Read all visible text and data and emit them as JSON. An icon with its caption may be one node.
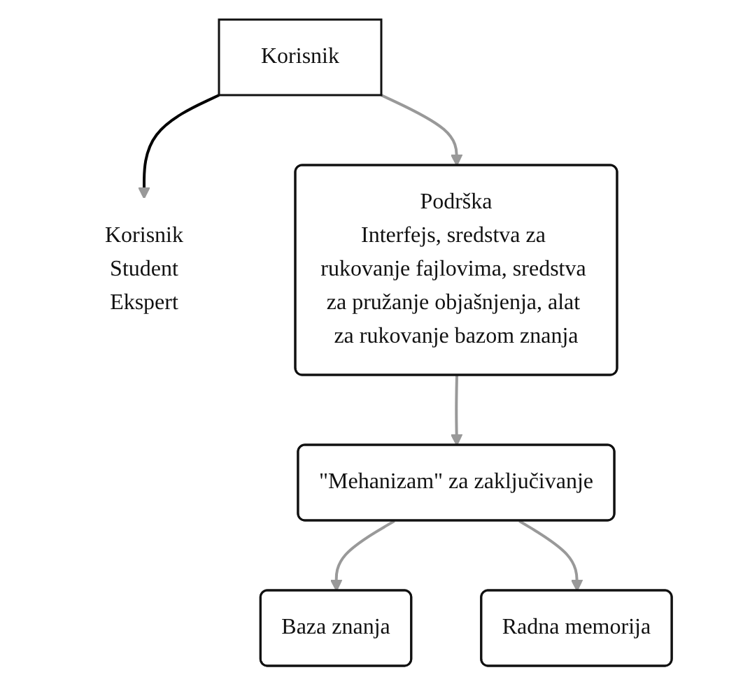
{
  "diagram": {
    "nodes": [
      {
        "text": [
          "Korisnik"
        ]
      },
      {
        "text": [
          "Korisnik",
          "Student",
          "Ekspert"
        ]
      },
      {
        "text": [
          "Podrška",
          "Interfejs, sredstva za rukovanje fajlovima, sredstva za pružanje objašnjenja, alat za rukovanje bazom znanja"
        ]
      },
      {
        "text": [
          "\"Mehanizam\" za zaključivanje"
        ]
      },
      {
        "text": [
          "Baza znanja"
        ]
      },
      {
        "text": [
          "Radna memorija"
        ]
      }
    ],
    "edges": [
      {
        "from": 0,
        "to": 1,
        "arrow": "to",
        "color": "#000000"
      },
      {
        "from": 0,
        "to": 2,
        "arrow": "to"
      },
      {
        "from": 2,
        "to": 3,
        "arrow": "to"
      },
      {
        "from": 3,
        "to": 4,
        "arrow": "to"
      },
      {
        "from": 3,
        "to": 5,
        "arrow": "to"
      }
    ]
  }
}
